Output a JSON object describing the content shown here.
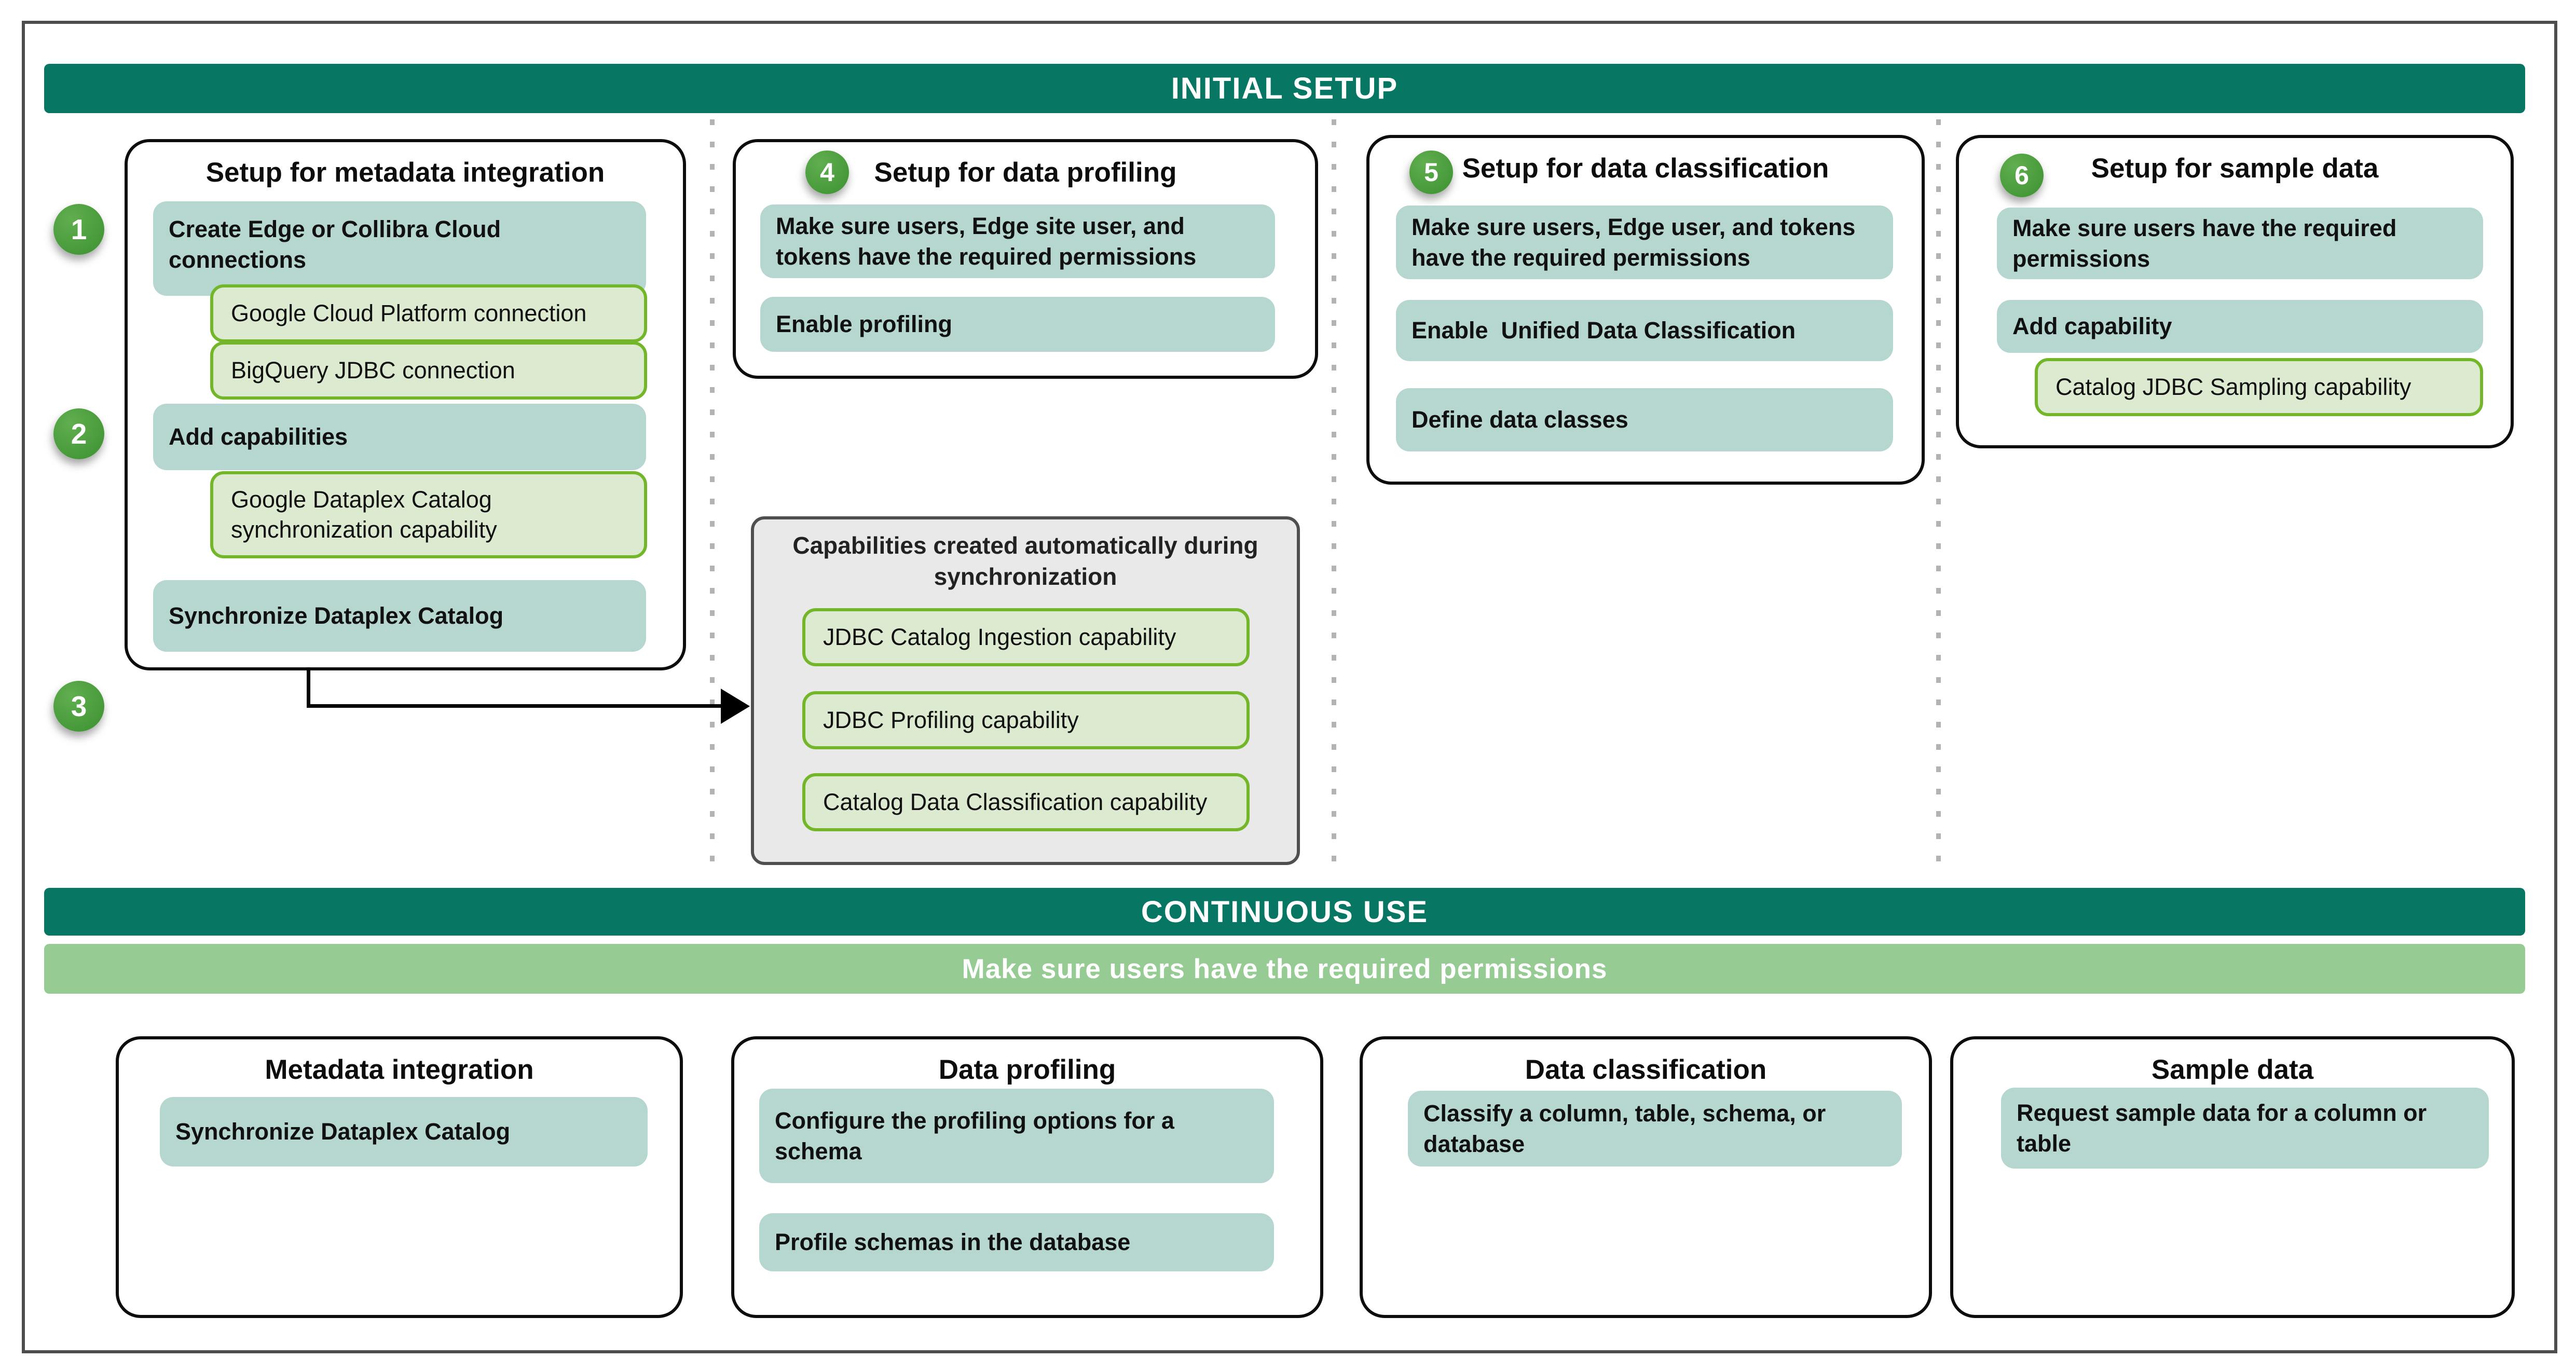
{
  "top_banner": "INITIAL SETUP",
  "colors": {
    "banner_dark_green": "#077763",
    "banner_light_green": "#96cb93",
    "teal_box_fill": "#b6d7d0",
    "green_box_fill": "#dcead0",
    "green_box_border": "#74b62a",
    "step_circle_green": "#459838",
    "gray_box_fill": "#e9e9e9",
    "card_border": "#0d0d0d"
  },
  "columns": {
    "metadata": {
      "title": "Setup for metadata integration",
      "steps": [
        "1",
        "2",
        "3"
      ],
      "create_connections": "Create Edge or Collibra Cloud connections",
      "gcp_connection": "Google Cloud Platform connection",
      "bigquery_connection": "BigQuery JDBC connection",
      "add_capabilities": "Add capabilities",
      "dataplex_sync_capability": "Google Dataplex Catalog synchronization capability",
      "synchronize_catalog": "Synchronize Dataplex Catalog"
    },
    "profiling": {
      "step": "4",
      "title": "Setup for data profiling",
      "permissions": "Make sure users, Edge site user, and tokens have the required permissions",
      "enable_profiling": "Enable profiling"
    },
    "classification": {
      "step": "5",
      "title": "Setup for data classification",
      "permissions": "Make sure users, Edge user, and tokens have the required permissions",
      "enable_udc": "Enable  Unified Data Classification",
      "define_classes": "Define data classes"
    },
    "sample": {
      "step": "6",
      "title": "Setup for sample data",
      "permissions": "Make sure users have the required permissions",
      "add_capability": "Add capability",
      "sampling_capability": "Catalog JDBC Sampling capability"
    }
  },
  "auto_capabilities": {
    "title": "Capabilities created automatically during synchronization",
    "items": [
      "JDBC Catalog Ingestion capability",
      "JDBC Profiling capability",
      "Catalog Data Classification capability"
    ]
  },
  "continuous": {
    "banner": "CONTINUOUS USE",
    "note": "Make sure users have the required permissions",
    "cards": {
      "metadata": {
        "title": "Metadata integration",
        "items": [
          "Synchronize Dataplex Catalog"
        ]
      },
      "profiling": {
        "title": "Data profiling",
        "items": [
          "Configure the profiling options for a schema",
          "Profile schemas in the database"
        ]
      },
      "classification": {
        "title": "Data classification",
        "items": [
          "Classify a column, table, schema, or database"
        ]
      },
      "sample": {
        "title": "Sample data",
        "items": [
          "Request sample data for a column or table"
        ]
      }
    }
  }
}
